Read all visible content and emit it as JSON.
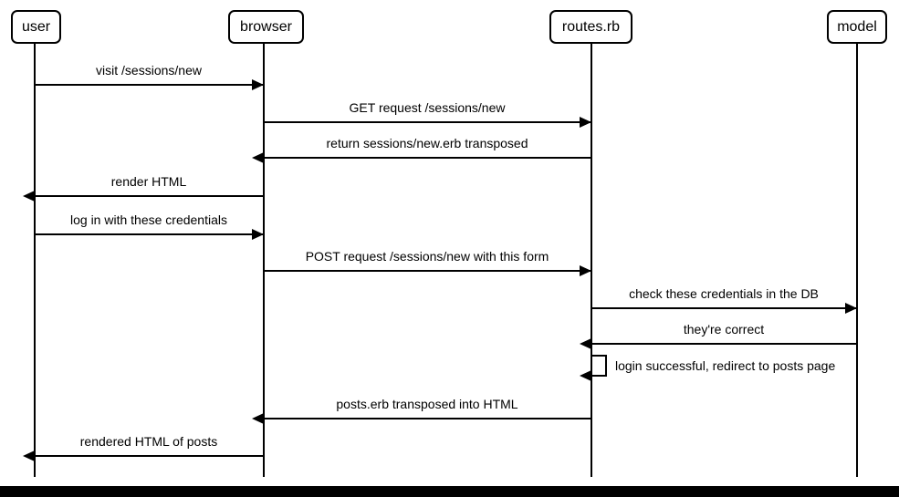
{
  "diagram": {
    "type": "sequence",
    "actors": [
      {
        "name": "user"
      },
      {
        "name": "browser"
      },
      {
        "name": "routes.rb"
      },
      {
        "name": "model"
      }
    ],
    "messages": [
      {
        "from": "user",
        "to": "browser",
        "label": "visit /sessions/new"
      },
      {
        "from": "browser",
        "to": "routes.rb",
        "label": "GET request /sessions/new"
      },
      {
        "from": "routes.rb",
        "to": "browser",
        "label": "return sessions/new.erb transposed"
      },
      {
        "from": "browser",
        "to": "user",
        "label": "render HTML"
      },
      {
        "from": "user",
        "to": "browser",
        "label": "log in with these credentials"
      },
      {
        "from": "browser",
        "to": "routes.rb",
        "label": "POST request /sessions/new with this form"
      },
      {
        "from": "routes.rb",
        "to": "model",
        "label": "check these credentials in the DB"
      },
      {
        "from": "model",
        "to": "routes.rb",
        "label": "they're correct"
      },
      {
        "from": "routes.rb",
        "to": "routes.rb",
        "self": true,
        "label": "login successful, redirect to posts page"
      },
      {
        "from": "routes.rb",
        "to": "browser",
        "label": "posts.erb transposed into HTML"
      },
      {
        "from": "browser",
        "to": "user",
        "label": "rendered HTML of posts"
      }
    ],
    "colors": {
      "line": "#000000",
      "background": "#ffffff",
      "bottom_bar": "#000000"
    }
  }
}
